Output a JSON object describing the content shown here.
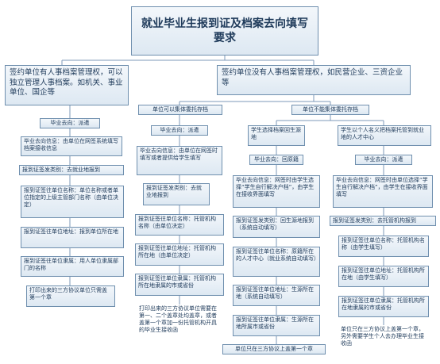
{
  "title": "就业毕业生报到证及档案去向填写要求",
  "branch_left": {
    "header": "签约单位有人事档案管理权，可以独立管理人事档案。如机关、事业单位、国企等",
    "steps": [
      "毕业去向：派遣",
      "毕业去向信息：由单位在网签系统填写档案接收信息",
      "报到证签发类别：去就业地报到",
      "报到证签往单位名称：单位名称或者单位指定的上级主管部门名称（由单位决定）",
      "报到证签往单位地址：报到单位所在地",
      "报到证签往单位隶属：用人单位隶属部门的名称",
      "打印出来的三方协议单位只需盖第一个章"
    ]
  },
  "branch_right": {
    "header": "签约单位没有人事档案管理权，如民营企业、三资企业等",
    "sub_a": {
      "header": "单位可以集体委托存档",
      "steps": [
        "毕业去向：派遣",
        "毕业去向信息：由单位在网签时填写或者提供给学生填写",
        "报到证签发类别：去就业地报到",
        "报到证签往单位名称：托管机构名称（由单位决定）",
        "报到证签往单位地址：托管机构所在地（由单位决定）",
        "报到证签往单位隶属：托管机构所在地隶属的市或省份",
        "打印出来的三方协议单位需要在第一、二个盖章处均盖章，或者盖第一个章加一份托管机构开具的毕业生接收函"
      ]
    },
    "sub_b": {
      "header": "单位不能集体委托存档",
      "sub_b1": {
        "header": "学生选择档案回生源地",
        "steps": [
          "毕业去向：回原籍",
          "毕业去向信息：网签时由学生选择“学生自行解决户档”，由学生在接收界面填写",
          "报到证签发类别：回生源地报到（系统自动填写）",
          "报到证签往单位名称：原籍所在的人才中心（就业系统自动填写）",
          "报到证签往单位地址：生源所在地（系统自动填写）",
          "报到证签往单位隶属：生源所在地所属市或省份"
        ]
      },
      "sub_b2": {
        "header": "学生以个人名义把档案托管到就业地的人才中心",
        "steps": [
          "毕业去向：派遣",
          "毕业去向信息：网签时由单位选择“学生自行解决户档”，由学生在接收界面填写",
          "报到证签发类别：去托管机构报到",
          "报到证签往单位名称：托管机构名称（由学生填写）",
          "报到证签往单位地址：托管机构所在地（由学生填写）",
          "报到证签往单位隶属：托管机构所在地隶属的市或省份",
          "单位只在三方协议上盖第一个章，另外需要学生个人去办理毕业生接收函"
        ]
      },
      "footer": "单位只在三方协议上盖第一个章"
    }
  }
}
